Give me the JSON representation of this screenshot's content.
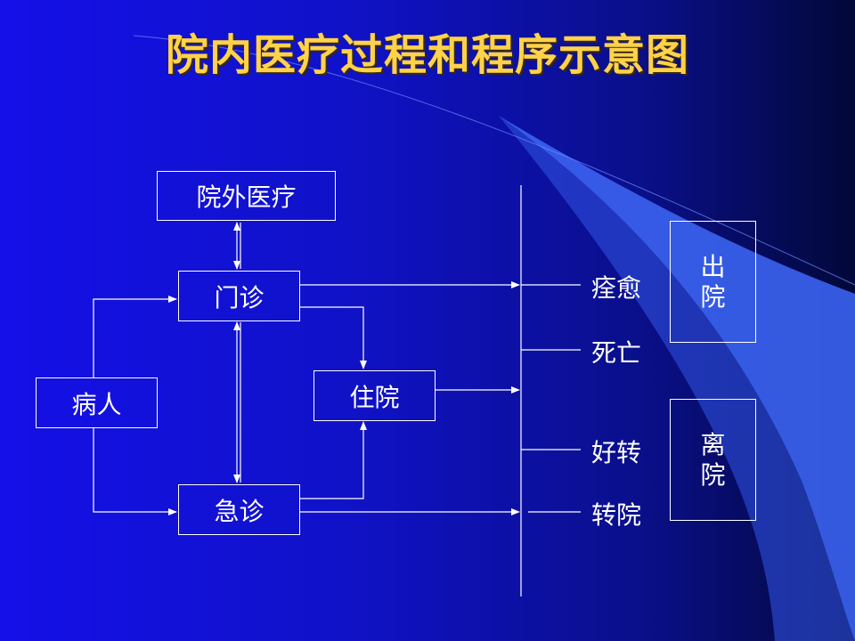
{
  "title": "院内医疗过程和程序示意图",
  "nodes": {
    "outside": "院外医疗",
    "outpatient": "门诊",
    "patient": "病人",
    "inpatient": "住院",
    "emergency": "急诊"
  },
  "outcomes": [
    "痊愈",
    "死亡",
    "好转",
    "转院"
  ],
  "discharge": [
    "出",
    "院"
  ],
  "leave": [
    "离",
    "院"
  ],
  "colors": {
    "title": "#ffd24a",
    "line": "#ffffff",
    "accent": "#3a6cff"
  }
}
